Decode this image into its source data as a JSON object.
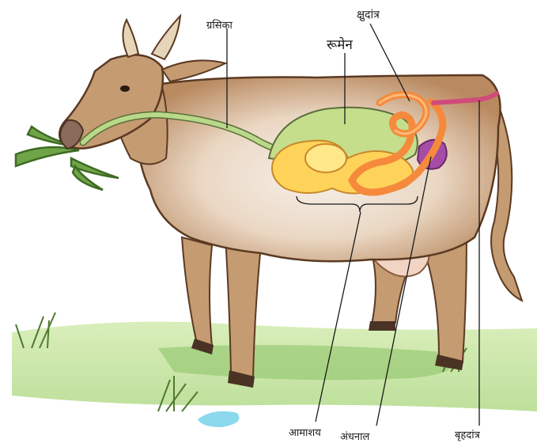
{
  "labels": {
    "esophagus": "ग्रसिका",
    "small_intestine": "क्षुदांत्र",
    "rumen": "रूमेन",
    "stomach": "आमाशय",
    "caecum": "अंधनाल",
    "large_intestine": "बृहदांत्र"
  },
  "colors": {
    "cow_body": "#c9a27a",
    "cow_shading": "#b07a4f",
    "belly": "#f3ece4",
    "esophagus": "#b9d98a",
    "rumen": "#c4de8c",
    "stomach": "#ffd35a",
    "small_intestine": "#f58a3c",
    "caecum": "#a64ca6",
    "large_intestine": "#d04b7a",
    "grass": "#b8e08a"
  }
}
